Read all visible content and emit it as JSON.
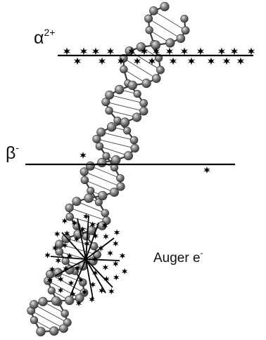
{
  "labels": {
    "alpha": {
      "base": "α",
      "sup": "2+"
    },
    "beta": {
      "base": "β",
      "sup": "-"
    },
    "auger": {
      "base": "Auger e",
      "sup": "-"
    }
  },
  "colors": {
    "background": "#ffffff",
    "track": "#000000",
    "bead": "#6e6e6e",
    "star": "#000000"
  },
  "icons": [
    "dna-helix-icon",
    "ionization-star-icon"
  ]
}
